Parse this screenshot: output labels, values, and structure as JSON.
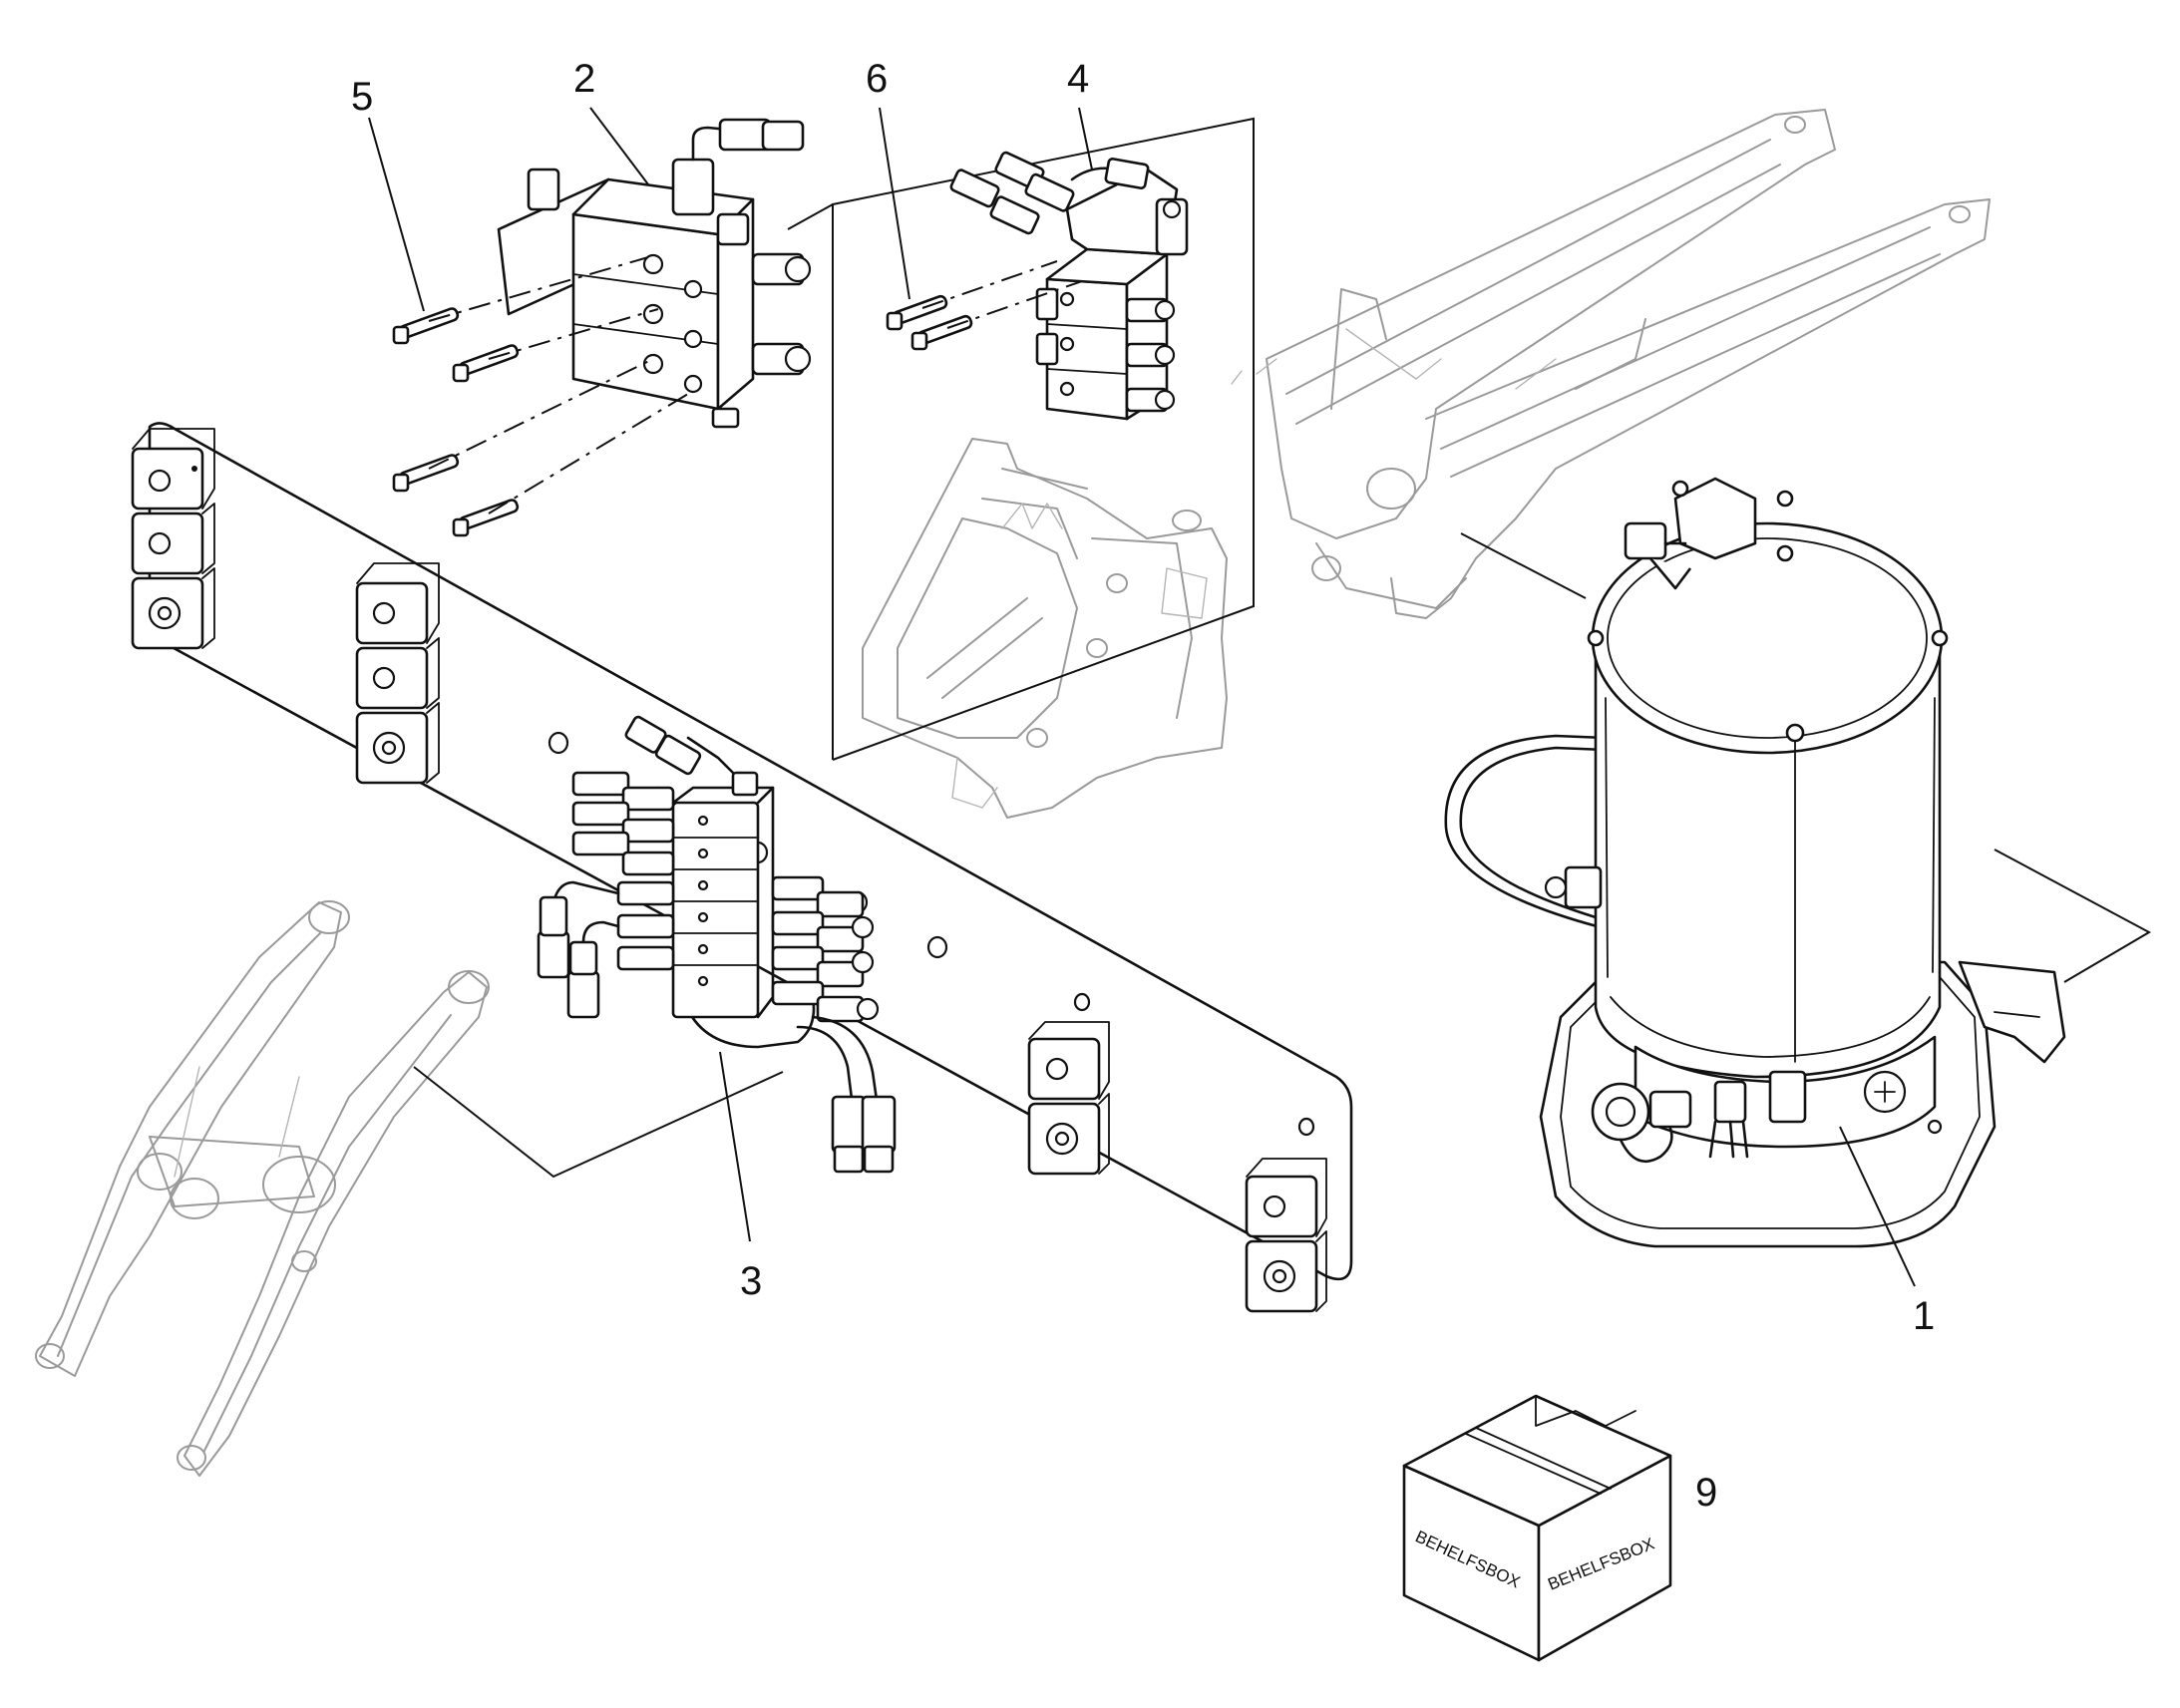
{
  "diagram": {
    "callouts": {
      "c1": "1",
      "c2": "2",
      "c3": "3",
      "c4": "4",
      "c5": "5",
      "c6": "6",
      "c9": "9"
    },
    "box_label_front": "BEHELFSBOX",
    "box_label_side": "BEHELFSBOX"
  }
}
